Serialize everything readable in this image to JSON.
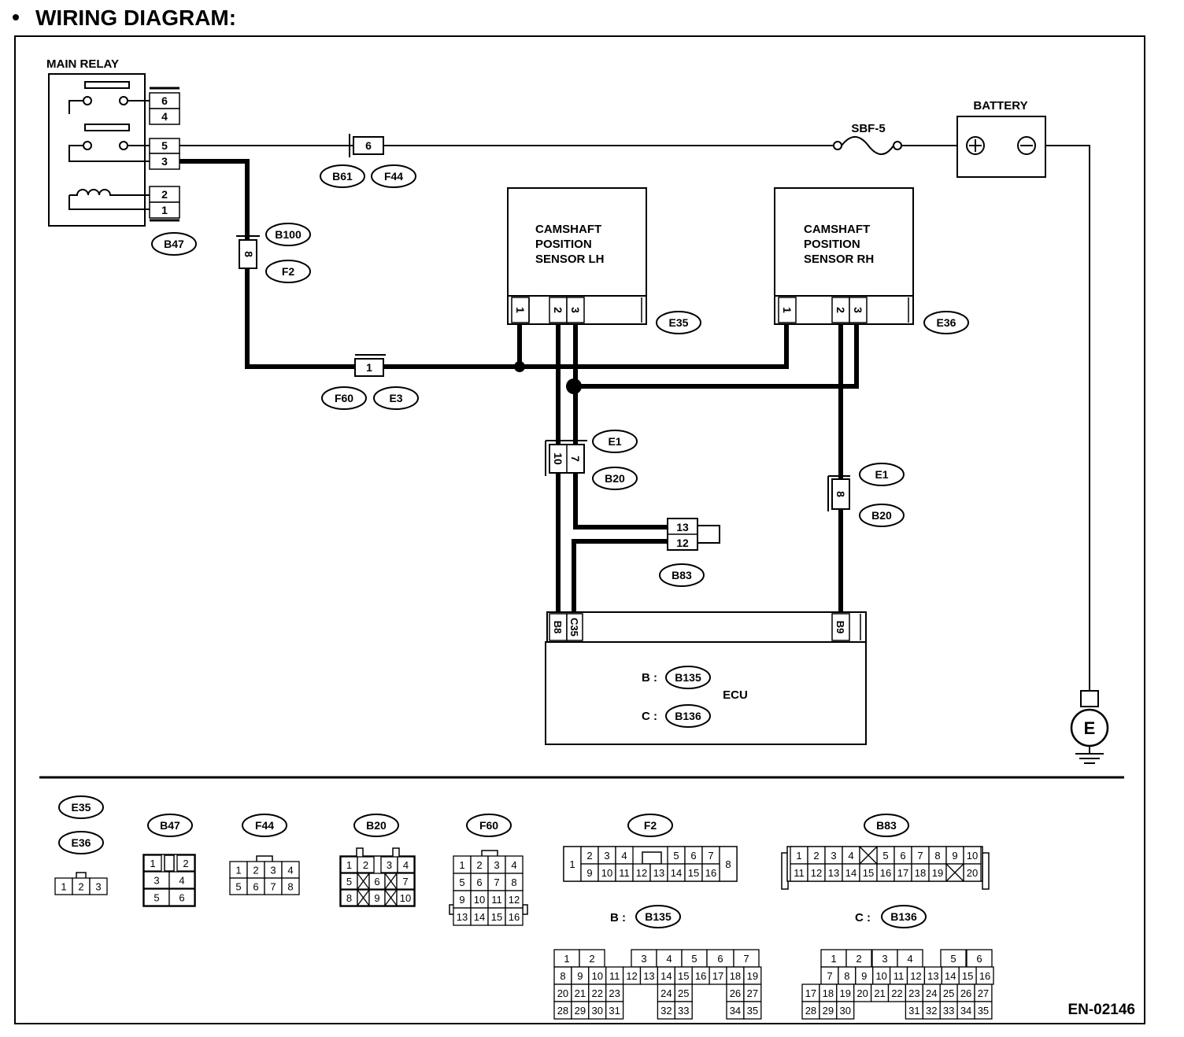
{
  "title": "WIRING DIAGRAM:",
  "figure_id": "EN-02146",
  "main_relay": {
    "label": "MAIN RELAY",
    "pins": [
      "6",
      "4",
      "5",
      "3",
      "2",
      "1"
    ],
    "connector": "B47"
  },
  "battery": {
    "label": "BATTERY",
    "fuse": "SBF-5"
  },
  "conn_b61_f44": {
    "pin": "6",
    "tags": [
      "B61",
      "F44"
    ]
  },
  "conn_b100_f2": {
    "pin": "8",
    "tags": [
      "B100",
      "F2"
    ]
  },
  "conn_f60_e3": {
    "pin": "1",
    "tags": [
      "F60",
      "E3"
    ]
  },
  "cam_lh": {
    "label": [
      "CAMSHAFT",
      "POSITION",
      "SENSOR LH"
    ],
    "pins": [
      "1",
      "2",
      "3"
    ],
    "connector": "E35"
  },
  "cam_rh": {
    "label": [
      "CAMSHAFT",
      "POSITION",
      "SENSOR RH"
    ],
    "pins": [
      "1",
      "2",
      "3"
    ],
    "connector": "E36"
  },
  "conn_e1_b20_a": {
    "pins": [
      "10",
      "7"
    ],
    "tags": [
      "E1",
      "B20"
    ]
  },
  "conn_e1_b20_b": {
    "pin": "8",
    "tags": [
      "E1",
      "B20"
    ]
  },
  "conn_b83": {
    "pins": [
      "13",
      "12"
    ],
    "tag": "B83"
  },
  "ecu": {
    "label": "ECU",
    "pins": [
      "B8",
      "C35",
      "B9"
    ],
    "b_prefix": "B :",
    "b_tag": "B135",
    "c_prefix": "C :",
    "c_tag": "B136"
  },
  "ground": {
    "label": "E"
  },
  "face_views": {
    "e35_e36": {
      "tags": [
        "E35",
        "E36"
      ],
      "cells": [
        "1",
        "2",
        "3"
      ]
    },
    "b47": {
      "tag": "B47",
      "cells": [
        "1",
        "2",
        "3",
        "4",
        "5",
        "6"
      ]
    },
    "f44": {
      "tag": "F44",
      "cells": [
        "1",
        "2",
        "3",
        "4",
        "5",
        "6",
        "7",
        "8"
      ]
    },
    "b20": {
      "tag": "B20",
      "cells": [
        "1",
        "2",
        "3",
        "4",
        "5",
        "6",
        "7",
        "8",
        "9",
        "10"
      ]
    },
    "f60": {
      "tag": "F60",
      "cells": [
        "1",
        "2",
        "3",
        "4",
        "5",
        "6",
        "7",
        "8",
        "9",
        "10",
        "11",
        "12",
        "13",
        "14",
        "15",
        "16"
      ]
    },
    "f2": {
      "tag": "F2",
      "row1": [
        "1",
        "2",
        "3",
        "4",
        "5",
        "6",
        "7",
        "8"
      ],
      "row2": [
        "9",
        "10",
        "11",
        "12",
        "13",
        "14",
        "15",
        "16"
      ]
    },
    "b83": {
      "tag": "B83",
      "row1": [
        "1",
        "2",
        "3",
        "4",
        "5",
        "6",
        "7",
        "8",
        "9",
        "10"
      ],
      "row2": [
        "11",
        "12",
        "13",
        "14",
        "15",
        "16",
        "17",
        "18",
        "19",
        "20"
      ]
    },
    "b135": {
      "prefix": "B :",
      "tag": "B135",
      "rows": [
        [
          "1",
          "2",
          "",
          "3",
          "4",
          "5",
          "6",
          "7"
        ],
        [
          "8",
          "9",
          "10",
          "11",
          "12",
          "13",
          "14",
          "15",
          "16",
          "17",
          "18",
          "19"
        ],
        [
          "20",
          "21",
          "22",
          "23",
          "",
          "24",
          "25",
          "",
          "26",
          "27"
        ],
        [
          "28",
          "29",
          "30",
          "31",
          "",
          "32",
          "33",
          "",
          "34",
          "35"
        ]
      ]
    },
    "b136": {
      "prefix": "C :",
      "tag": "B136",
      "rows": [
        [
          "1",
          "2",
          "3",
          "4",
          "",
          "5",
          "6"
        ],
        [
          "7",
          "8",
          "9",
          "10",
          "11",
          "12",
          "13",
          "14",
          "15",
          "16"
        ],
        [
          "17",
          "18",
          "19",
          "20",
          "21",
          "22",
          "23",
          "24",
          "25",
          "26",
          "27"
        ],
        [
          "28",
          "29",
          "30",
          "",
          "31",
          "32",
          "33",
          "34",
          "35"
        ]
      ]
    }
  }
}
